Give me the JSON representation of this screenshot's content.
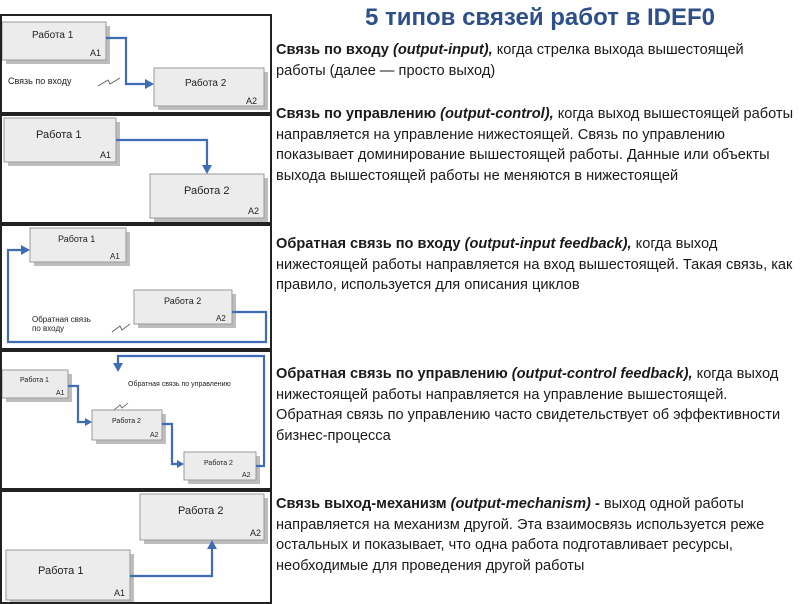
{
  "title": "5 типов связей работ в IDEF0",
  "items": [
    {
      "head": "Связь по входу",
      "term": "(output-input),",
      "text": "когда стрелка выхода вышестоящей работы (далее — просто выход)",
      "diagram": {
        "box1": "Работа 1",
        "id1": "A1",
        "box2": "Работа 2",
        "id2": "A2",
        "caption": "Связь по входу"
      }
    },
    {
      "head": "Связь по управлению",
      "term": "(output-control),",
      "text": "когда выход вышестоящей работы направляется на управление нижестоящей. Связь по управлению показывает доминирование вышестоящей работы. Данные или объекты выхода вышестоящей работы не меняются в нижестоящей",
      "diagram": {
        "box1": "Работа 1",
        "id1": "A1",
        "box2": "Работа 2",
        "id2": "A2"
      }
    },
    {
      "head": "Обратная связь по входу",
      "term": "(output-input feedback),",
      "text": "когда выход нижестоящей работы направляется на вход вышестоящей. Такая связь, как правило, используется для описания циклов",
      "diagram": {
        "box1": "Работа 1",
        "id1": "A1",
        "box2": "Работа 2",
        "id2": "A2",
        "caption_line1": "Обратная связь",
        "caption_line2": "по входу"
      }
    },
    {
      "head": "Обратная связь по управлению",
      "term": "(output-control feedback),",
      "text": "когда выход нижестоящей работы направляется на управление вышестоящей. Обратная связь по управлению часто свидетельствует об эффективности бизнес-процесса",
      "diagram": {
        "box1": "Работа 1",
        "id1": "A1",
        "box2": "Работа 2",
        "id2": "A2",
        "box3": "Работа 2",
        "id3": "A2",
        "caption": "Обратная связь по управлению"
      }
    },
    {
      "head": "Связь выход-механизм",
      "term": "(output-mechanism) -",
      "text": "выход одной работы направляется на механизм другой. Эта взаимосвязь используется реже остальных и показывает, что одна работа подготавливает ресурсы, необходимые для проведения другой работы",
      "diagram": {
        "box1": "Работа 1",
        "id1": "A1",
        "box2": "Работа 2",
        "id2": "A2"
      }
    }
  ]
}
